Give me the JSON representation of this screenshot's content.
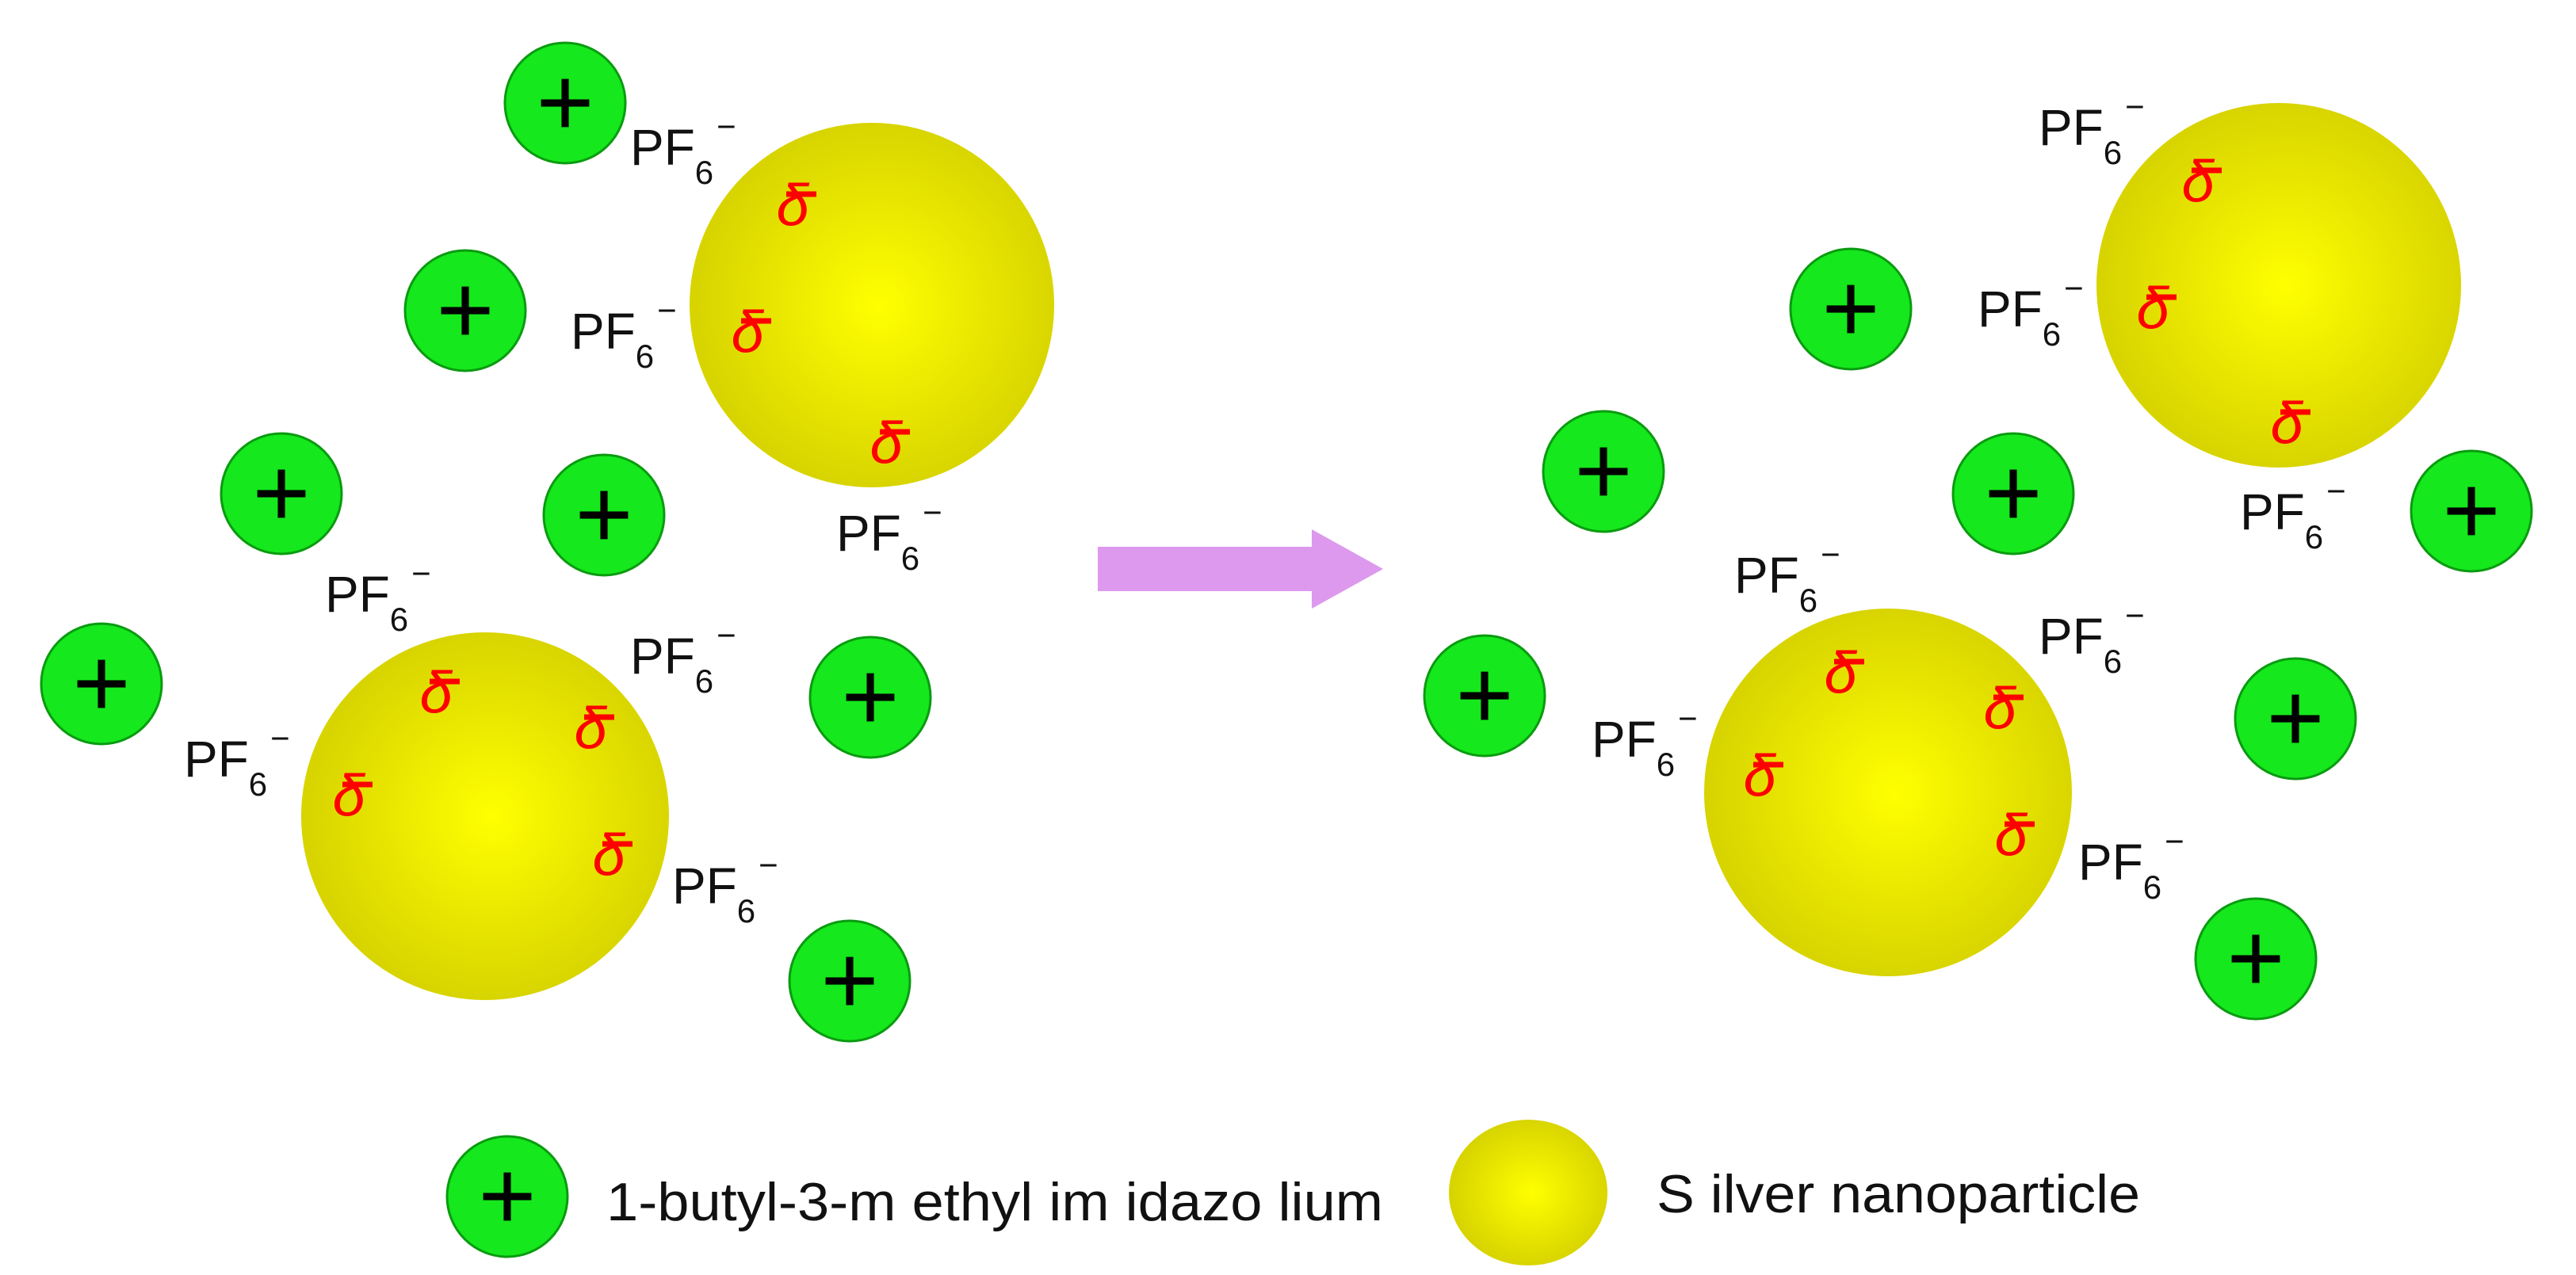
{
  "colors": {
    "cation_fill": "#15e81c",
    "cation_stroke": "#0a9b10",
    "nanoparticle_center": "#ffff00",
    "nanoparticle_edge": "#d8d400",
    "delta": "#ff0000",
    "arrow": "#dd99ee",
    "text": "#111111"
  },
  "symbols": {
    "cation_sign": "+",
    "partial_charge": "δ",
    "partial_charge_sign": "−"
  },
  "anion": {
    "base": "PF",
    "subscript": "6",
    "superscript": "−"
  },
  "legend": {
    "cation_label": "1-butyl-3-m ethyl im idazo lium",
    "nanoparticle_label": "S ilver nanoparticle"
  },
  "icons": [
    "imidazolium-cation-icon",
    "silver-nanoparticle-icon",
    "partial-charge-icon",
    "transition-arrow-icon"
  ]
}
